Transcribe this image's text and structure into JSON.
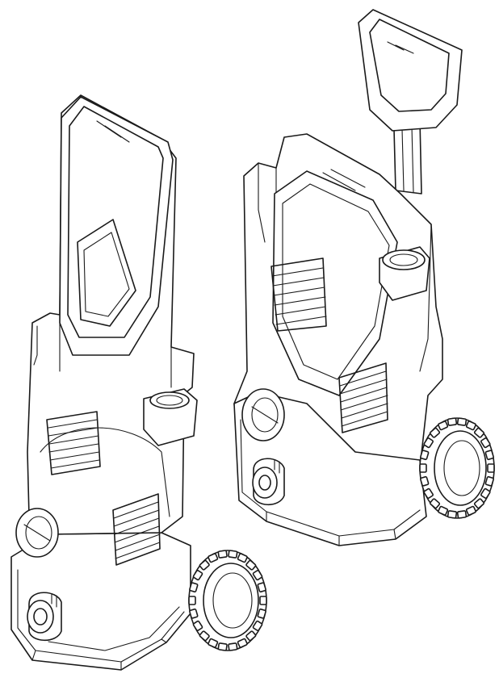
{
  "figure": {
    "views": [
      {
        "id": "handle-retracted",
        "handle": "retracted"
      },
      {
        "id": "handle-extended",
        "handle": "extended"
      }
    ],
    "line_color": "#1a1a1a",
    "background": "#ffffff",
    "icons": [
      "pressure-washer-illustration",
      "wheel-icon",
      "hose-connector-icon",
      "handle-icon",
      "vent-grille-icon"
    ]
  }
}
